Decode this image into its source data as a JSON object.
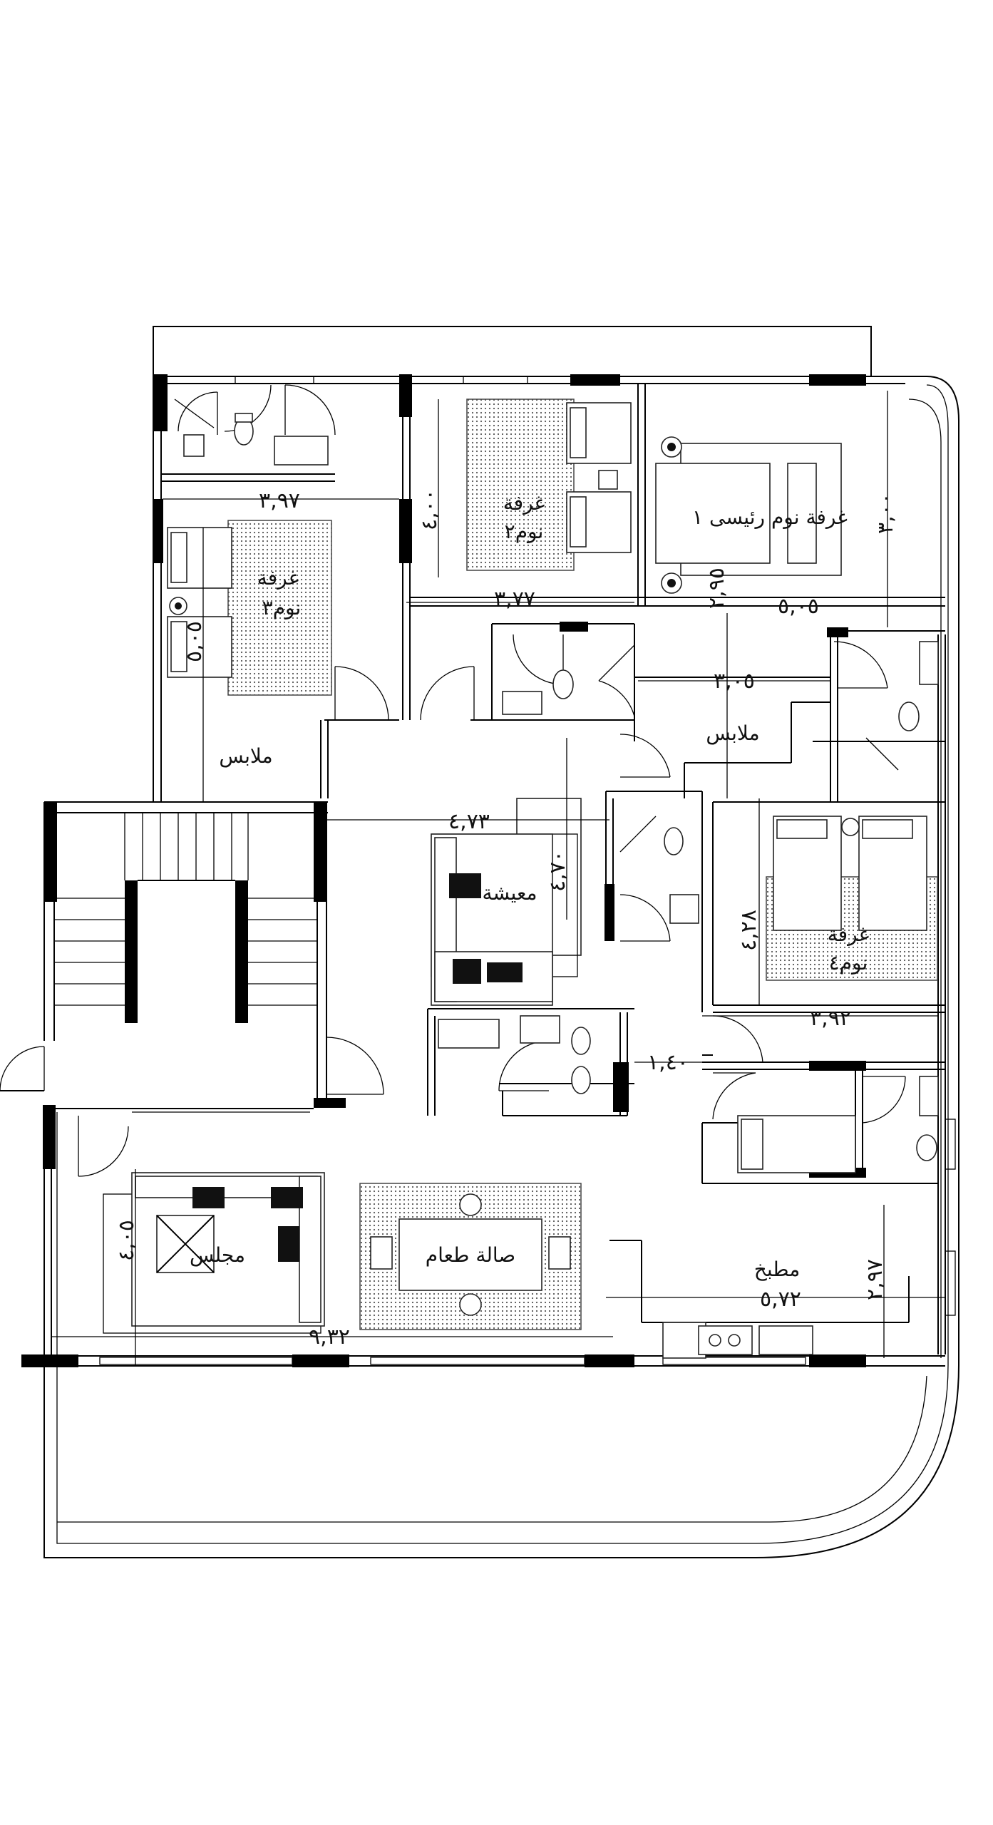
{
  "rooms": {
    "bedroom1": "غرفة نوم رئيسى ١",
    "bedroom2_line1": "غرفة",
    "bedroom2_line2": "نوم٢",
    "bedroom3_line1": "غرفة",
    "bedroom3_line2": "نوم٣",
    "bedroom4_line1": "غرفة",
    "bedroom4_line2": "نوم٤",
    "wardrobe_left": "ملابس",
    "wardrobe_right": "ملابس",
    "living": "معيشة",
    "majlis": "مجلس",
    "dining": "صالة طعام",
    "kitchen": "مطبخ"
  },
  "dimensions": {
    "d_397": "٣,٩٧",
    "d_400": "٤,٠٠",
    "d_377": "٣,٧٧",
    "d_505": "٥,٠٥",
    "d_300": "٣,٠٠",
    "d_295": "٢,٩٥",
    "d_305": "٣,٠٥",
    "d_505v": "٥,٠٥",
    "d_473": "٤,٧٣",
    "d_470": "٤,٧٠",
    "d_428": "٤,٢٨",
    "d_392": "٣,٩٢",
    "d_140": "١,٤٠",
    "d_405": "٤,٠٥",
    "d_932": "٩,٣٢",
    "d_572": "٥,٧٢",
    "d_297": "٢,٩٧"
  }
}
